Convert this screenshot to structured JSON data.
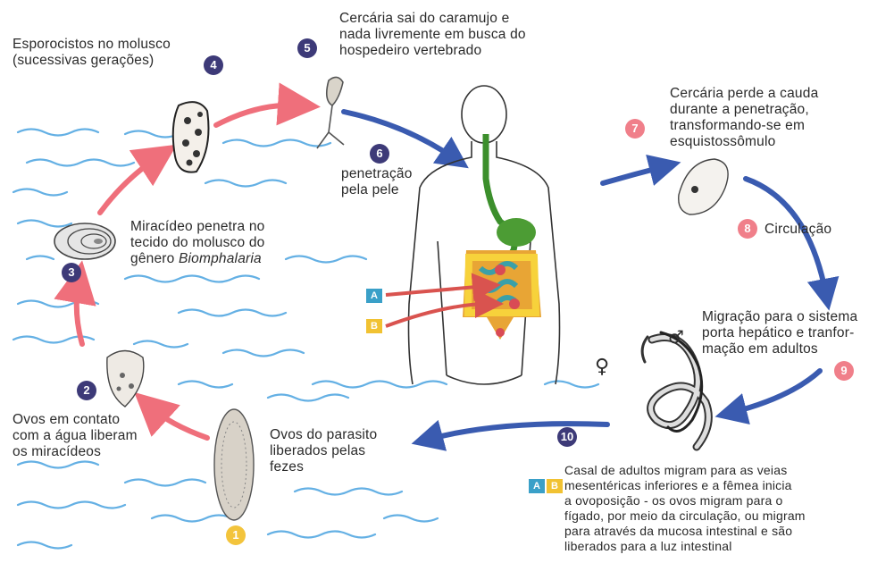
{
  "steps": {
    "s1": {
      "num": "1"
    },
    "s2": {
      "num": "2",
      "text": [
        "Ovos em contato",
        "com a água liberam",
        "os miracídeos"
      ]
    },
    "s3": {
      "num": "3",
      "text": [
        "Miracídeo penetra no",
        "tecido do molusco do",
        "gênero"
      ],
      "genus": "Biomphalaria"
    },
    "s4": {
      "num": "4",
      "text": [
        "Esporocistos no molusco",
        "(sucessivas gerações)"
      ]
    },
    "s5": {
      "num": "5",
      "text": [
        "Cercária sai do caramujo e",
        "nada livremente em busca do",
        "hospedeiro vertebrado"
      ]
    },
    "s6": {
      "num": "6",
      "text": [
        "penetração",
        "pela pele"
      ]
    },
    "s7": {
      "num": "7",
      "text": [
        "Cercária perde a cauda",
        "durante a penetração,",
        "transformando-se em",
        "esquistossômulo"
      ]
    },
    "s8": {
      "num": "8",
      "text": [
        "Circulação"
      ]
    },
    "s9": {
      "num": "9",
      "text": [
        "Migração para o sistema",
        "porta hepático e tranfor-",
        "mação em adultos"
      ]
    },
    "s10": {
      "num": "10",
      "text": [
        "Casal de adultos migram para as veias",
        "mesentéricas inferiores e a fêmea inicia",
        "a ovoposição - os ovos migram para o",
        "fígado, por meio da circulação, ou migram",
        "para através da mucosa intestinal e são",
        "liberados para a luz intestinal"
      ]
    },
    "s1b": {
      "text": [
        "Ovos do parasito",
        "liberados pelas",
        "fezes"
      ]
    }
  },
  "tags": {
    "a": "A",
    "b": "B"
  },
  "symbols": {
    "female": "♀",
    "male": "♂"
  },
  "colors": {
    "blue_badge": "#3d3a78",
    "pink_badge": "#f07f8a",
    "yellow_badge": "#f3c43c",
    "blue_arrow": "#3a5bb0",
    "pink_arrow": "#ef6f7b",
    "water": "#4aa3e0"
  }
}
